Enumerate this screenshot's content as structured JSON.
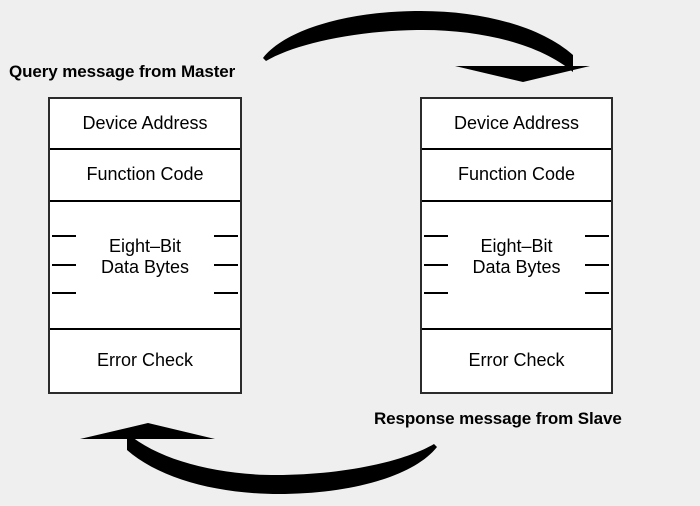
{
  "diagram": {
    "title": "Modbus master-slave query and response message frames",
    "background_color": "#efefef",
    "line_color": "#000000",
    "box_fill_color": "#ffffff",
    "arrow_color": "#000000"
  },
  "captions": {
    "query": "Query message from Master",
    "response": "Response message from Slave"
  },
  "frames": [
    {
      "id": "query",
      "fields": [
        {
          "label": "Device Address"
        },
        {
          "label": "Function Code"
        },
        {
          "label": "Eight–Bit\nData Bytes"
        },
        {
          "label": "Error Check"
        }
      ]
    },
    {
      "id": "response",
      "fields": [
        {
          "label": "Device Address"
        },
        {
          "label": "Function Code"
        },
        {
          "label": "Eight–Bit\nData Bytes"
        },
        {
          "label": "Error Check"
        }
      ]
    }
  ],
  "arrows": [
    {
      "id": "query-arrow",
      "direction": "left-to-right",
      "head": "down"
    },
    {
      "id": "response-arrow",
      "direction": "right-to-left",
      "head": "up"
    }
  ]
}
